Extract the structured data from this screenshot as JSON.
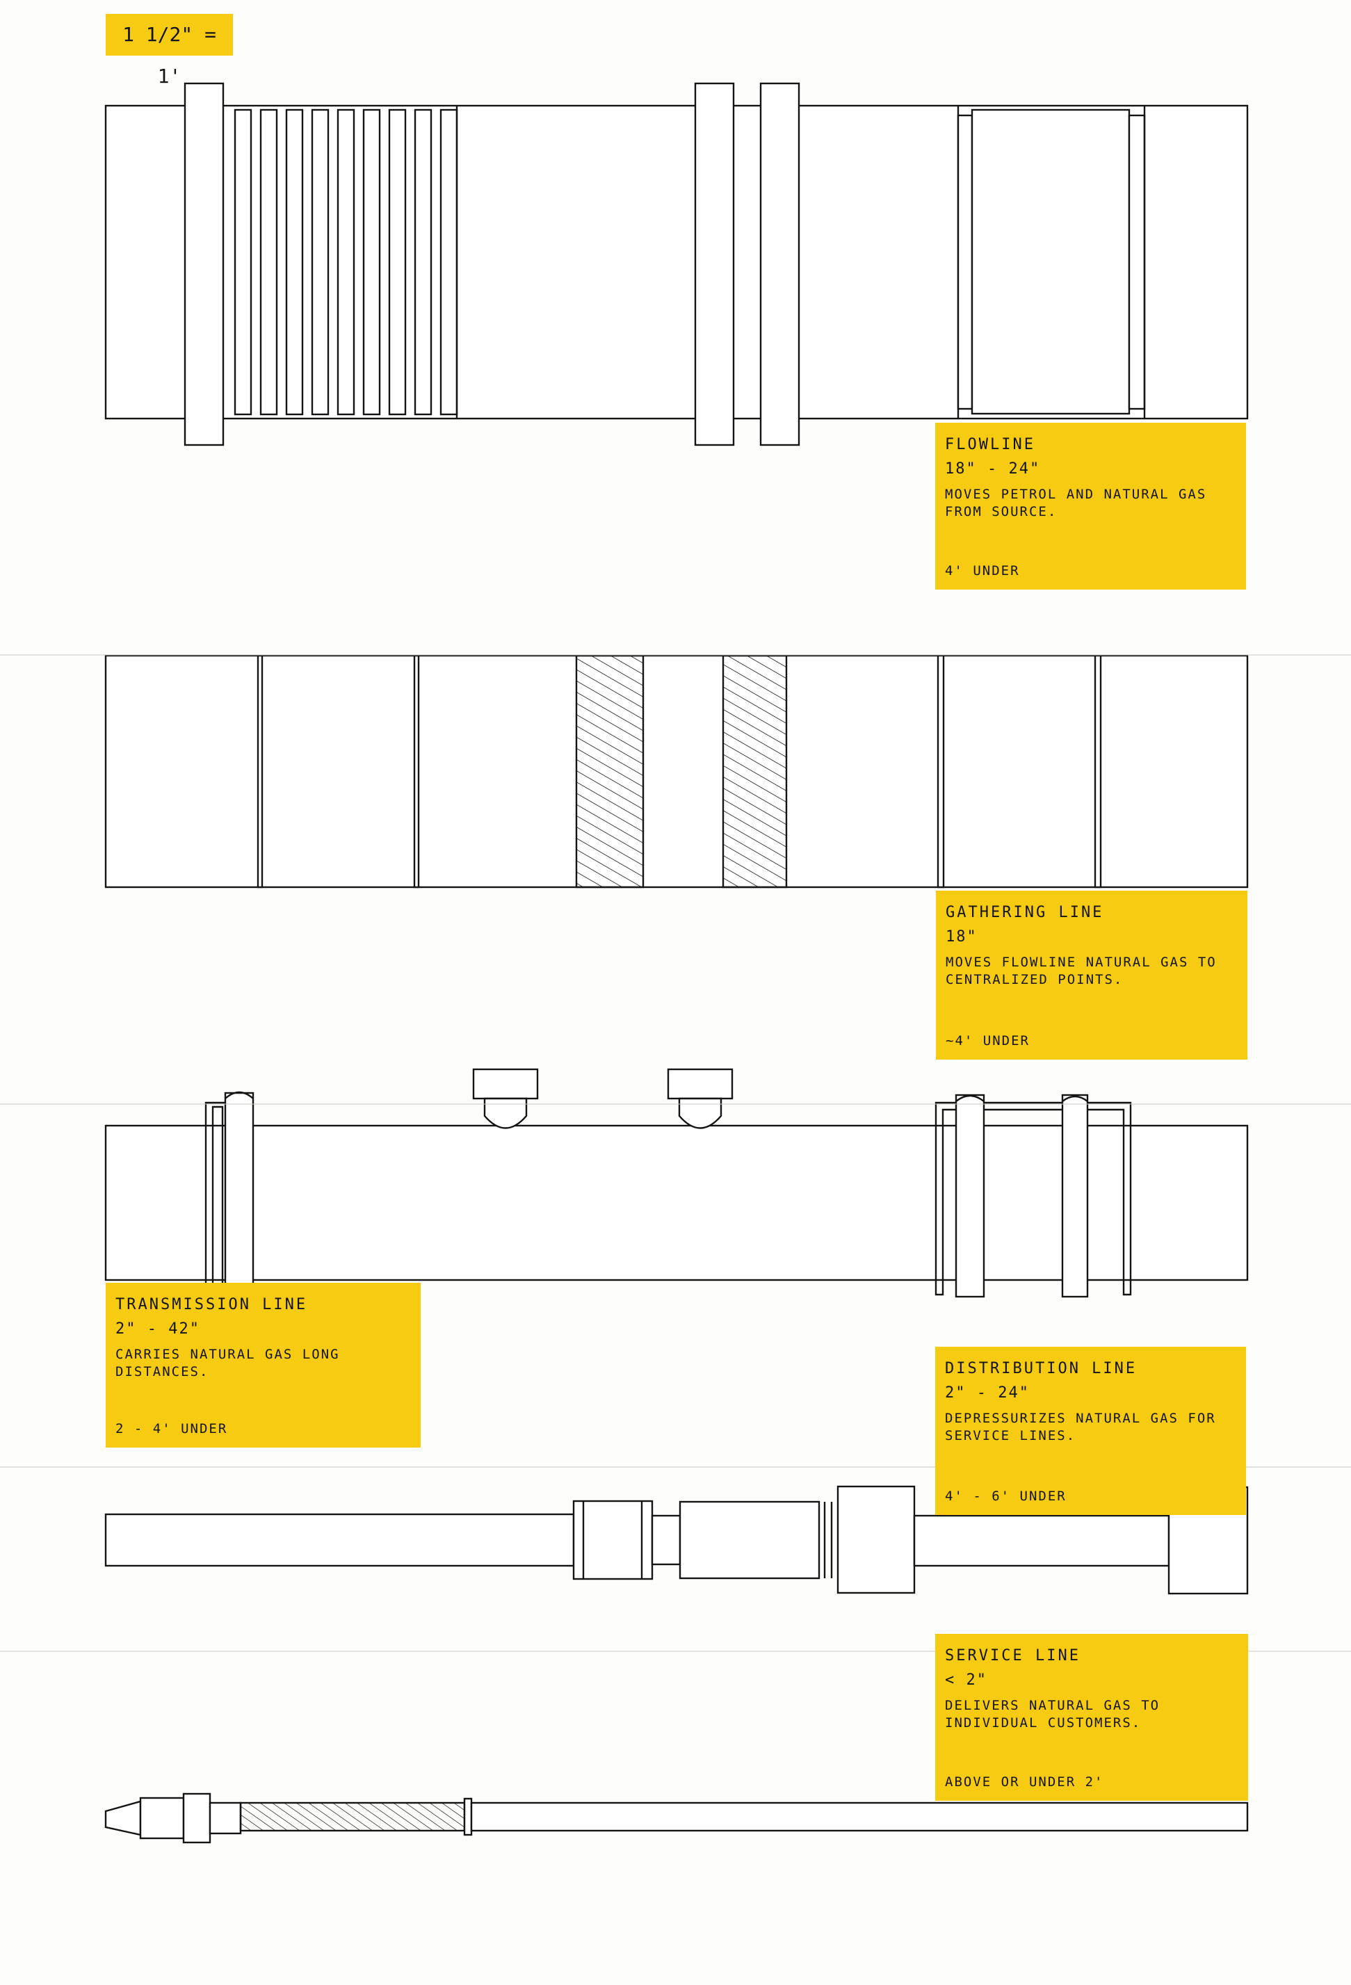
{
  "scale": "1 1/2\" = 1'",
  "pipelines": [
    {
      "name": "FLOWLINE",
      "size": "18\" - 24\"",
      "description": "MOVES PETROL AND NATURAL GAS FROM SOURCE.",
      "depth": "4' UNDER"
    },
    {
      "name": "GATHERING LINE",
      "size": "18\"",
      "description": "MOVES FLOWLINE NATURAL GAS TO CENTRALIZED POINTS.",
      "depth": "~4' UNDER"
    },
    {
      "name": "TRANSMISSION LINE",
      "size": "2\" - 42\"",
      "description": "CARRIES NATURAL GAS LONG DISTANCES.",
      "depth": "2 - 4' UNDER"
    },
    {
      "name": "DISTRIBUTION LINE",
      "size": "2\" - 24\"",
      "description": "DEPRESSURIZES NATURAL GAS FOR SERVICE LINES.",
      "depth": "4' - 6' UNDER"
    },
    {
      "name": "SERVICE LINE",
      "size": "< 2\"",
      "description": "DELIVERS NATURAL GAS TO INDIVIDUAL CUSTOMERS.",
      "depth": "ABOVE OR UNDER 2'"
    }
  ],
  "colors": {
    "note": "#f7cb12",
    "ink": "#141414",
    "paper": "#fdfdfb"
  }
}
